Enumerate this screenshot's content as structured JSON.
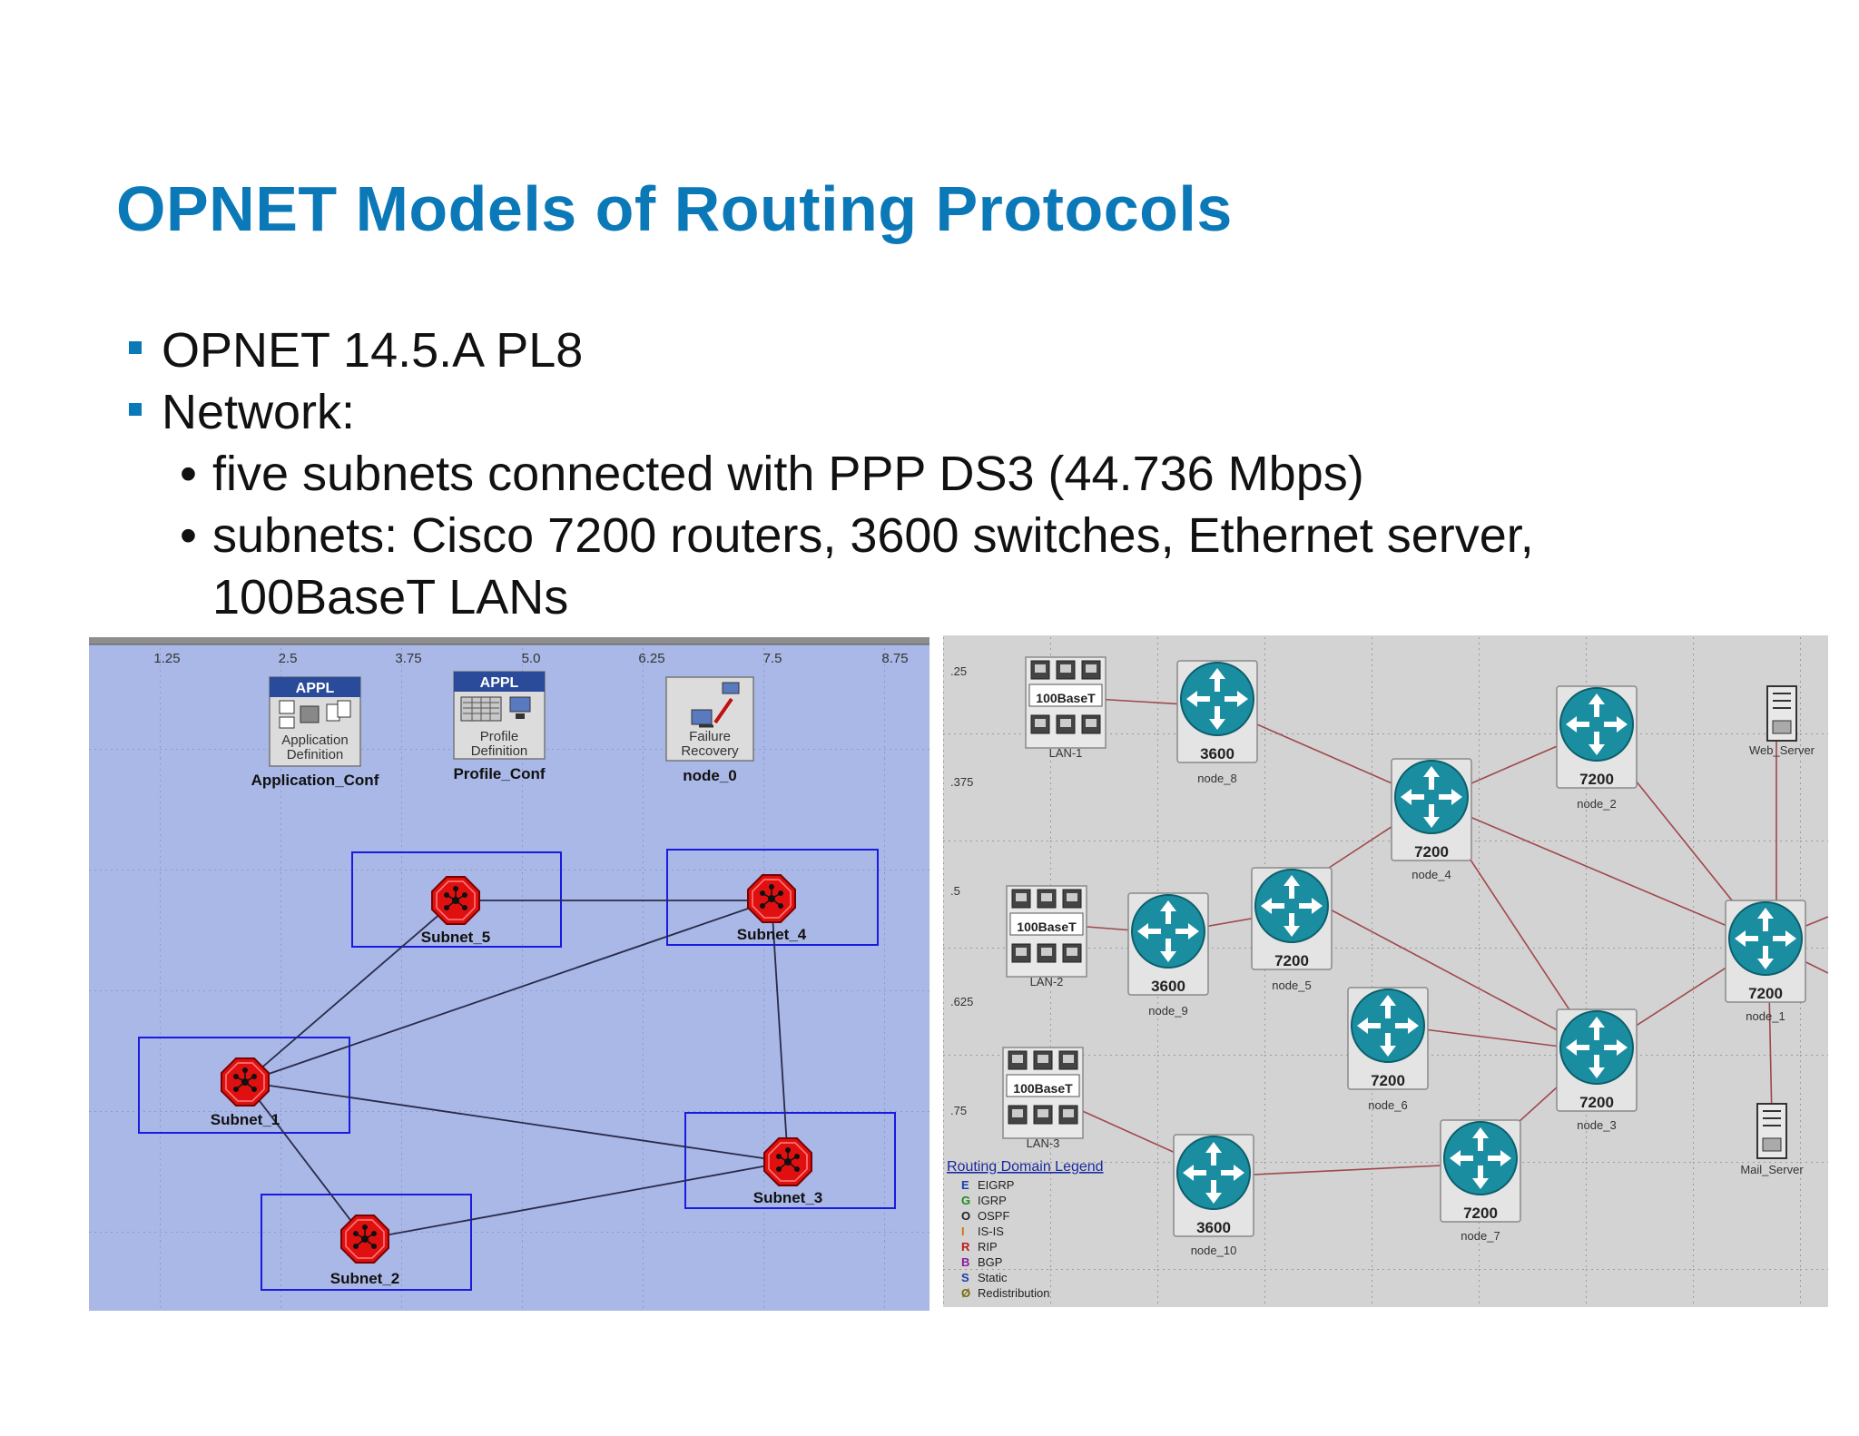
{
  "slide": {
    "title": "OPNET Models of Routing Protocols",
    "bullets": [
      {
        "text": "OPNET 14.5.A PL8",
        "level": 1
      },
      {
        "text": "Network:",
        "level": 1
      },
      {
        "text": "five subnets connected with PPP DS3 (44.736 Mbps)",
        "level": 2
      },
      {
        "text": "subnets: Cisco 7200 routers, 3600 switches, Ethernet server,",
        "level": 2
      },
      {
        "text": "100BaseT LANs",
        "level": 2,
        "continuation": true
      }
    ],
    "bullet_marker": "•"
  },
  "left_diagram": {
    "ruler_ticks": [
      "1.25",
      "2.5",
      "3.75",
      "5.0",
      "6.25",
      "7.5",
      "8.75"
    ],
    "config_objects": [
      {
        "id": "app",
        "badge": "APPL",
        "icon_caption": [
          "Application",
          "Definition"
        ],
        "name": "Application_Conf"
      },
      {
        "id": "profile",
        "badge": "APPL",
        "icon_caption": [
          "Profile",
          "Definition"
        ],
        "name": "Profile_Conf"
      },
      {
        "id": "failure",
        "icon_caption": [
          "Failure",
          "Recovery"
        ],
        "name": "node_0"
      }
    ],
    "subnets": [
      "Subnet_5",
      "Subnet_4",
      "Subnet_1",
      "Subnet_3",
      "Subnet_2"
    ],
    "links": [
      [
        "Subnet_5",
        "Subnet_4"
      ],
      [
        "Subnet_5",
        "Subnet_1"
      ],
      [
        "Subnet_4",
        "Subnet_1"
      ],
      [
        "Subnet_4",
        "Subnet_3"
      ],
      [
        "Subnet_1",
        "Subnet_3"
      ],
      [
        "Subnet_1",
        "Subnet_2"
      ],
      [
        "Subnet_2",
        "Subnet_3"
      ]
    ]
  },
  "right_diagram": {
    "ruler_ticks": [
      ".25",
      ".375",
      ".5",
      ".625",
      ".75"
    ],
    "lans": [
      {
        "label": "100BaseT",
        "name": "LAN-1"
      },
      {
        "label": "100BaseT",
        "name": "LAN-2"
      },
      {
        "label": "100BaseT",
        "name": "LAN-3"
      }
    ],
    "routers": [
      {
        "model": "3600",
        "name": "node_8"
      },
      {
        "model": "7200",
        "name": "node_2"
      },
      {
        "model": "7200",
        "name": "node_4"
      },
      {
        "model": "3600",
        "name": "node_9"
      },
      {
        "model": "7200",
        "name": "node_5"
      },
      {
        "model": "7200",
        "name": "node_1"
      },
      {
        "model": "7200",
        "name": "node_6"
      },
      {
        "model": "7200",
        "name": "node_3"
      },
      {
        "model": "3600",
        "name": "node_10"
      },
      {
        "model": "7200",
        "name": "node_7"
      }
    ],
    "servers": [
      {
        "name": "Web_Server"
      },
      {
        "name": "Mail_Server"
      }
    ],
    "legend": {
      "title": "Routing Domain Legend",
      "items": [
        {
          "code": "E",
          "label": "EIGRP",
          "color": "#1a3fb0"
        },
        {
          "code": "G",
          "label": "IGRP",
          "color": "#1e8a1e"
        },
        {
          "code": "O",
          "label": "OSPF",
          "color": "#222222"
        },
        {
          "code": "I",
          "label": "IS-IS",
          "color": "#e07010"
        },
        {
          "code": "R",
          "label": "RIP",
          "color": "#c01818"
        },
        {
          "code": "B",
          "label": "BGP",
          "color": "#8a1a9a"
        },
        {
          "code": "S",
          "label": "Static",
          "color": "#1a3fb0"
        },
        {
          "code": "Ø",
          "label": "Redistribution",
          "color": "#7a6a10"
        }
      ]
    }
  },
  "colors": {
    "title": "#0b78b8",
    "left_bg": "#a9b8e6",
    "right_bg": "#d3d3d3",
    "subnet_red": "#e01010",
    "router_teal": "#1a8ea0",
    "link_right": "#a0484c"
  }
}
